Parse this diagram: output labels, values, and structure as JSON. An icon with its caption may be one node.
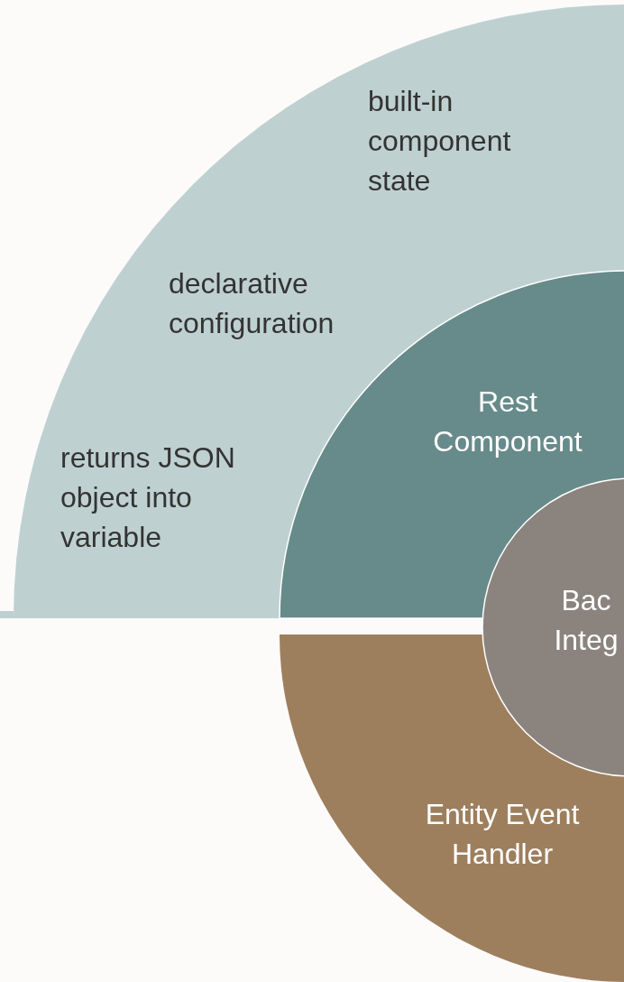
{
  "diagram": {
    "nodes": [
      {
        "text": [
          "built-in component state",
          "declarative configuration",
          "returns JSON object into variable"
        ]
      },
      {
        "text": [
          "Rest Component"
        ],
        "in": 0
      },
      {
        "text": [
          "Bac Integ"
        ]
      },
      {
        "text": [
          "Entity Event Handler"
        ]
      }
    ]
  }
}
